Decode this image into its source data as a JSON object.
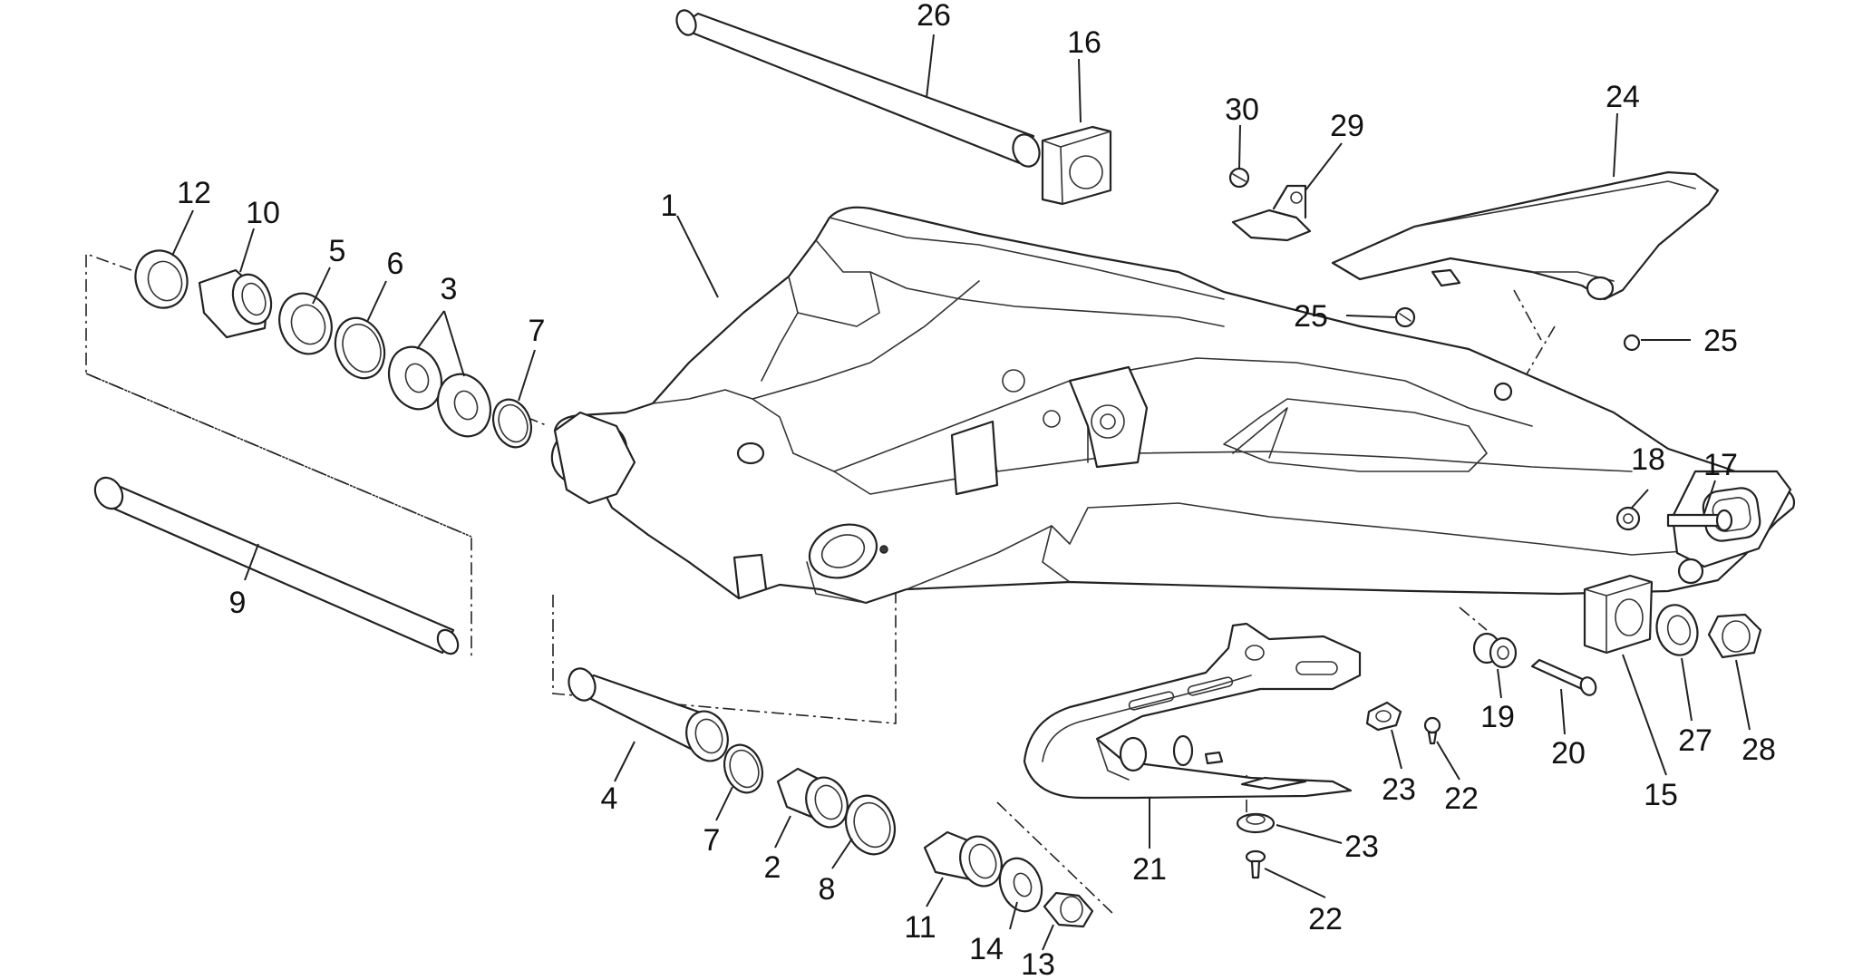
{
  "callouts": [
    {
      "id": "c1",
      "number": "1"
    },
    {
      "id": "c2",
      "number": "2"
    },
    {
      "id": "c3",
      "number": "3"
    },
    {
      "id": "c4",
      "number": "4"
    },
    {
      "id": "c5",
      "number": "5"
    },
    {
      "id": "c6",
      "number": "6"
    },
    {
      "id": "c7a",
      "number": "7"
    },
    {
      "id": "c7b",
      "number": "7"
    },
    {
      "id": "c8",
      "number": "8"
    },
    {
      "id": "c9",
      "number": "9"
    },
    {
      "id": "c10",
      "number": "10"
    },
    {
      "id": "c11",
      "number": "11"
    },
    {
      "id": "c12",
      "number": "12"
    },
    {
      "id": "c13",
      "number": "13"
    },
    {
      "id": "c14",
      "number": "14"
    },
    {
      "id": "c15",
      "number": "15"
    },
    {
      "id": "c16",
      "number": "16"
    },
    {
      "id": "c17",
      "number": "17"
    },
    {
      "id": "c18",
      "number": "18"
    },
    {
      "id": "c19",
      "number": "19"
    },
    {
      "id": "c20",
      "number": "20"
    },
    {
      "id": "c21",
      "number": "21"
    },
    {
      "id": "c22a",
      "number": "22"
    },
    {
      "id": "c22b",
      "number": "22"
    },
    {
      "id": "c23a",
      "number": "23"
    },
    {
      "id": "c23b",
      "number": "23"
    },
    {
      "id": "c24",
      "number": "24"
    },
    {
      "id": "c25a",
      "number": "25"
    },
    {
      "id": "c25b",
      "number": "25"
    },
    {
      "id": "c26",
      "number": "26"
    },
    {
      "id": "c27",
      "number": "27"
    },
    {
      "id": "c28",
      "number": "28"
    },
    {
      "id": "c29",
      "number": "29"
    },
    {
      "id": "c30",
      "number": "30"
    }
  ]
}
